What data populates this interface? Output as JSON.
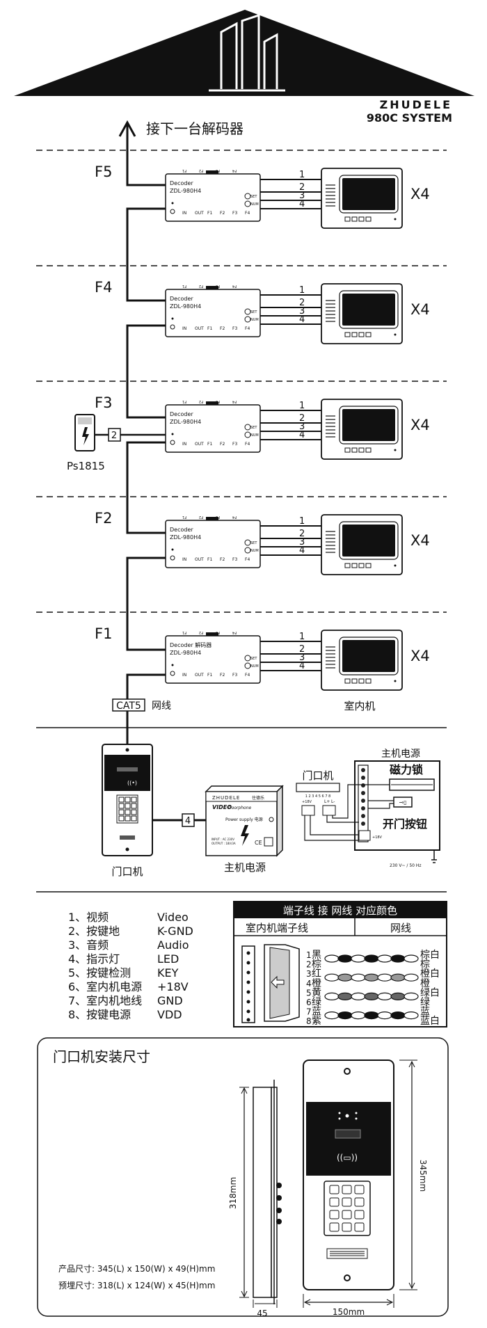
{
  "header": {
    "brand": "ZHUDELE",
    "system": "980C SYSTEM",
    "next_decoder": "接下一台解码器"
  },
  "floors": [
    {
      "label": "F5",
      "monitor_count": "X4"
    },
    {
      "label": "F4",
      "monitor_count": "X4"
    },
    {
      "label": "F3",
      "monitor_count": "X4"
    },
    {
      "label": "F2",
      "monitor_count": "X4"
    },
    {
      "label": "F1",
      "monitor_count": "X4"
    }
  ],
  "decoder": {
    "title": "Decoder",
    "title_f1": "Decoder 解码器",
    "model": "ZDL-980H4",
    "top_ports": [
      "F1",
      "F2",
      "F3",
      "F4"
    ],
    "bottom_ports": [
      "IN",
      "OUT",
      "F1",
      "F2",
      "F3",
      "F4"
    ],
    "set": "SET",
    "num": "NUM",
    "wires": [
      "1",
      "2",
      "3",
      "4"
    ]
  },
  "power_supply_small": {
    "label": "Ps1815",
    "wire": "2"
  },
  "cable": {
    "tag": "CAT5",
    "label": "网线"
  },
  "indoor_unit_label": "室内机",
  "door_unit_label": "门口机",
  "main_power": {
    "label": "主机电源",
    "brand": "ZHUDELE",
    "brand_cn": "住德乐",
    "video": "VIDEO",
    "video_sub": "Doorphone",
    "supply": "Power supply 电源",
    "input": "INPUT : AC 230V",
    "output": "OUTPUT : 18V/3A",
    "ce": "CE",
    "wire": "4"
  },
  "lock_wiring": {
    "door_unit": "门口机",
    "main_power": "主机电源",
    "lock": "磁力锁",
    "button": "开门按钮",
    "door_terms": "1 2 3 4 5 6 7 8",
    "plus18": "+18V",
    "minus": "-",
    "l_plus": "L+",
    "l_minus": "L-",
    "mains": "230 V~ / 50 Hz"
  },
  "pin_list": [
    {
      "cn": "1、视频",
      "en": "Video"
    },
    {
      "cn": "2、按键地",
      "en": "K-GND"
    },
    {
      "cn": "3、音频",
      "en": "Audio"
    },
    {
      "cn": "4、指示灯",
      "en": "LED"
    },
    {
      "cn": "5、按键检测",
      "en": "KEY"
    },
    {
      "cn": "6、室内机电源",
      "en": "+18V"
    },
    {
      "cn": "7、室内机地线",
      "en": "GND"
    },
    {
      "cn": "8、按键电源",
      "en": "VDD"
    }
  ],
  "color_table": {
    "title": "端子线 接 网线  对应颜色",
    "col_left": "室内机端子线",
    "col_right": "网线",
    "rows": [
      {
        "pin": "1",
        "wire": "黑",
        "net": "棕白"
      },
      {
        "pin": "2",
        "wire": "棕",
        "net": "棕"
      },
      {
        "pin": "3",
        "wire": "红",
        "net": "橙白"
      },
      {
        "pin": "4",
        "wire": "橙",
        "net": "橙"
      },
      {
        "pin": "5",
        "wire": "黄",
        "net": "绿白"
      },
      {
        "pin": "6",
        "wire": "绿",
        "net": "绿"
      },
      {
        "pin": "7",
        "wire": "蓝",
        "net": "蓝"
      },
      {
        "pin": "8",
        "wire": "紫",
        "net": "蓝白"
      }
    ]
  },
  "install": {
    "title": "门口机安装尺寸",
    "dim_height_box": "318mm",
    "dim_depth": "45",
    "dim_height": "345mm",
    "dim_width": "150mm",
    "product_size": "产品尺寸: 345(L) x 150(W) x 49(H)mm",
    "embed_size": "预埋尺寸: 318(L) x 124(W) x 45(H)mm"
  }
}
